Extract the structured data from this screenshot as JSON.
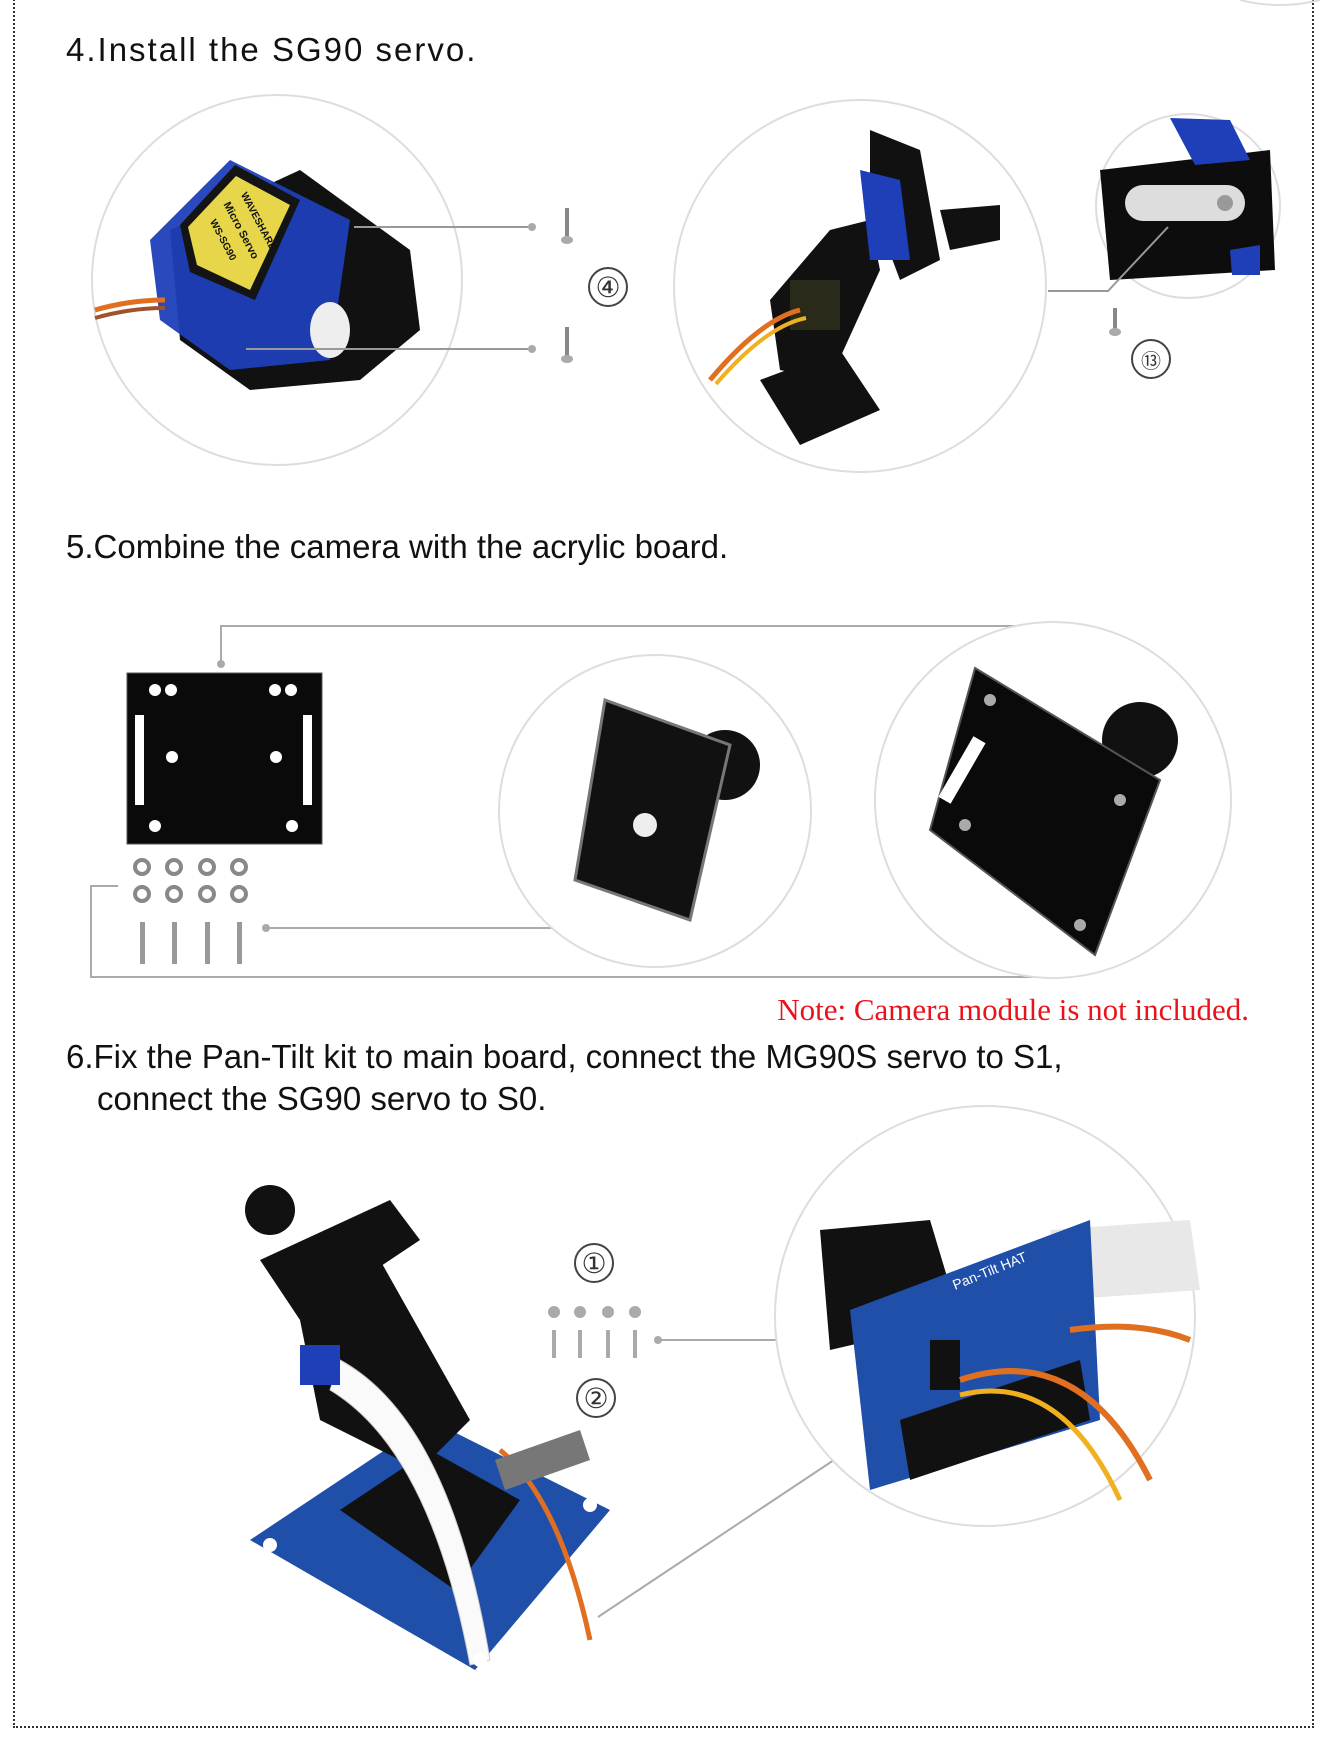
{
  "steps": [
    {
      "title": "4.Install the SG90 servo.",
      "parts": [
        "④",
        "⑬"
      ]
    },
    {
      "title": "5.Combine the camera with the acrylic board."
    },
    {
      "title_line1": "6.Fix the Pan-Tilt kit to main board, connect the MG90S servo to S1,",
      "title_line2": "connect the SG90 servo to S0.",
      "parts": [
        "①",
        "②"
      ]
    }
  ],
  "note": "Note: Camera module is not included.",
  "labels": {
    "servo_brand": "WAVESHARE",
    "servo_model": "Micro Servo",
    "servo_code": "WS-SG90",
    "hat_name": "Pan-Tilt HAT"
  },
  "colors": {
    "note": "#e8141b",
    "servo_blue": "#1e3fb8",
    "board_blue": "#1f4fa8"
  }
}
